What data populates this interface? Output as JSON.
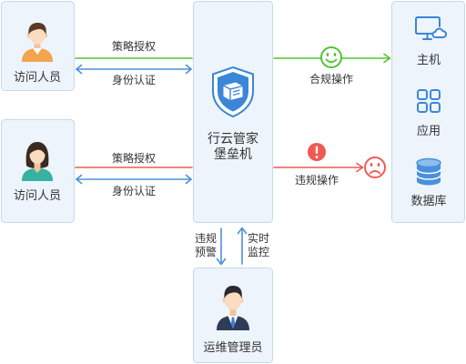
{
  "visitors": [
    {
      "label": "访问人员",
      "avatar": "male-user-icon"
    },
    {
      "label": "访问人员",
      "avatar": "female-user-icon"
    }
  ],
  "compliant_path": {
    "policy_label": "策略授权",
    "auth_label": "身份认证",
    "result_label": "合规操作",
    "status_icon": "smile-icon"
  },
  "violation_path": {
    "policy_label": "策略授权",
    "auth_label": "身份认证",
    "result_label": "违规操作",
    "status_icon": "sad-face-icon",
    "alert_icon": "exclamation-icon"
  },
  "bastion": {
    "title_line1": "行云管家",
    "title_line2": "堡垒机",
    "icon": "shield-icon"
  },
  "resources": [
    {
      "label": "主机",
      "icon": "host-monitor-icon"
    },
    {
      "label": "应用",
      "icon": "app-grid-icon"
    },
    {
      "label": "数据库",
      "icon": "database-icon"
    }
  ],
  "admin": {
    "label": "运维管理员",
    "avatar": "admin-user-icon",
    "alert_label": [
      "违规",
      "预警"
    ],
    "monitor_label": [
      "实时",
      "监控"
    ]
  },
  "colors": {
    "compliant": "#52c234",
    "violation": "#ef5a52",
    "auth": "#4a90dc",
    "icon": "#3b86d8",
    "box_fill": "#edf4fc",
    "box_border": "#c4d8ef"
  }
}
